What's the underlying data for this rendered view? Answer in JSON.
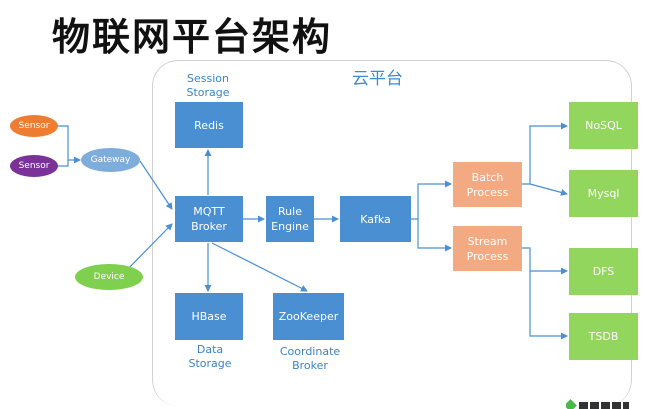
{
  "title": "物联网平台架构",
  "cloud_label": "云平台",
  "nodes": {
    "sensor1": "Sensor",
    "sensor2": "Sensor",
    "gateway": "Gateway",
    "device": "Device",
    "redis": "Redis",
    "mqtt": "MQTT\nBroker",
    "rule_engine": "Rule\nEngine",
    "kafka": "Kafka",
    "batch": "Batch\nProcess",
    "stream": "Stream\nProcess",
    "hbase": "HBase",
    "zookeeper": "ZooKeeper",
    "nosql": "NoSQL",
    "mysql": "Mysql",
    "dfs": "DFS",
    "tsdb": "TSDB"
  },
  "captions": {
    "session_storage": "Session\nStorage",
    "data_storage": "Data\nStorage",
    "coordinate_broker": "Coordinate\nBroker"
  },
  "colors": {
    "blue_box": "#4a8fd2",
    "orange_box": "#f3a982",
    "green_box": "#93d65e",
    "arrow": "#4a8fd2"
  }
}
